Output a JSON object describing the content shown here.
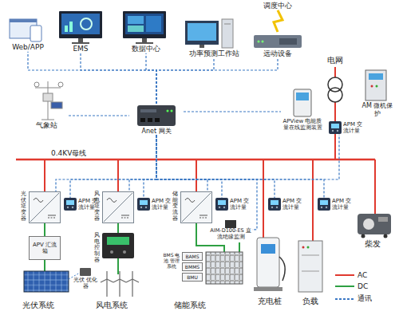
{
  "diagram": {
    "nodes": [
      {
        "text": [
          "Web/APP"
        ]
      },
      {
        "text": [
          "EMS"
        ]
      },
      {
        "text": [
          "数据中心"
        ]
      },
      {
        "text": [
          "功率预测工作站"
        ]
      },
      {
        "text": [
          "远动设备"
        ]
      },
      {
        "text": [
          "调度中心"
        ]
      },
      {
        "text": [
          "气象站"
        ]
      },
      {
        "text": [
          "Anet 网关"
        ]
      },
      {
        "text": [
          "电网"
        ]
      },
      {
        "text": [
          "APView 电能质量在线监测装置"
        ]
      },
      {
        "text": [
          "AM 微机保护"
        ]
      },
      {
        "text": [
          "APM 交流计量"
        ]
      },
      {
        "text": [
          "光伏逆变器"
        ]
      },
      {
        "text": [
          "APM 交流计量"
        ]
      },
      {
        "text": [
          "APV 汇流箱"
        ]
      },
      {
        "text": [
          "光伏 优化器"
        ]
      },
      {
        "text": [
          "风电逆变器"
        ]
      },
      {
        "text": [
          "APM 交流计量"
        ]
      },
      {
        "text": [
          "风电控制器"
        ]
      },
      {
        "text": [
          "储能变流器"
        ]
      },
      {
        "text": [
          "APM 交流计量"
        ]
      },
      {
        "text": [
          "AIM-D100-ES 直流绝缘监测"
        ]
      },
      {
        "text": [
          "BMS 电池 管理 系统"
        ]
      },
      {
        "text": [
          "BAMS"
        ]
      },
      {
        "text": [
          "BMMS"
        ]
      },
      {
        "text": [
          "BMU"
        ]
      },
      {
        "text": [
          "充电桩"
        ]
      },
      {
        "text": [
          "APM 交流计量"
        ]
      },
      {
        "text": [
          "负载"
        ]
      },
      {
        "text": [
          "APM 交流计量"
        ]
      },
      {
        "text": [
          "柴发"
        ]
      }
    ],
    "edges": [
      {
        "from": 7,
        "to": 0,
        "arrow": "none"
      },
      {
        "from": 7,
        "to": 1,
        "arrow": "none"
      },
      {
        "from": 7,
        "to": 2,
        "arrow": "none"
      },
      {
        "from": 7,
        "to": 3,
        "arrow": "none"
      },
      {
        "from": 7,
        "to": 4,
        "arrow": "none"
      },
      {
        "from": 4,
        "to": 5,
        "arrow": "none"
      },
      {
        "from": 6,
        "to": 7,
        "arrow": "none"
      },
      {
        "from": 7,
        "to": 9,
        "arrow": "none"
      },
      {
        "from": 7,
        "to": 11,
        "arrow": "none"
      },
      {
        "from": 7,
        "to": 12,
        "arrow": "none"
      },
      {
        "from": 7,
        "to": 13,
        "arrow": "none"
      },
      {
        "from": 7,
        "to": 16,
        "arrow": "none"
      },
      {
        "from": 7,
        "to": 17,
        "arrow": "none"
      },
      {
        "from": 7,
        "to": 19,
        "arrow": "none"
      },
      {
        "from": 7,
        "to": 20,
        "arrow": "none"
      },
      {
        "from": 7,
        "to": 21,
        "arrow": "none"
      },
      {
        "from": 7,
        "to": 27,
        "arrow": "none"
      },
      {
        "from": 7,
        "to": 29,
        "arrow": "none"
      },
      {
        "from": 12,
        "to": 14,
        "arrow": "none"
      },
      {
        "from": 16,
        "to": 18,
        "arrow": "none"
      }
    ],
    "labels": [
      "0.4KV母线",
      "光伏系统",
      "风电系统",
      "储能系统"
    ],
    "legend": [
      {
        "text": "AC"
      },
      {
        "text": "DC"
      },
      {
        "text": "通讯"
      }
    ]
  }
}
